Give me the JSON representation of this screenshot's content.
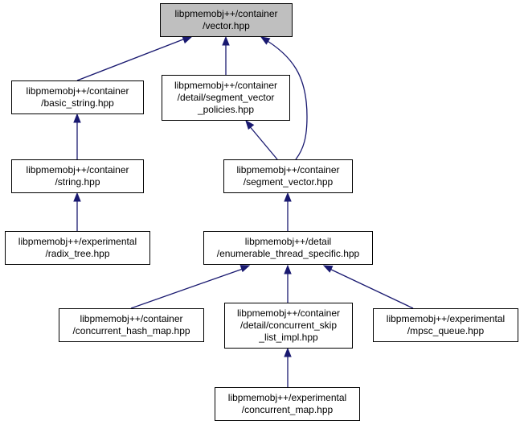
{
  "colors": {
    "edge": "#191970",
    "root_fill": "#bfbfbf",
    "node_fill": "#ffffff",
    "border": "#000000"
  },
  "nodes": {
    "vector": "libpmemobj++/container\n/vector.hpp",
    "basic_string": "libpmemobj++/container\n/basic_string.hpp",
    "segment_vector_policies": "libpmemobj++/container\n/detail/segment_vector\n_policies.hpp",
    "string": "libpmemobj++/container\n/string.hpp",
    "segment_vector": "libpmemobj++/container\n/segment_vector.hpp",
    "radix_tree": "libpmemobj++/experimental\n/radix_tree.hpp",
    "enumerable_thread_specific": "libpmemobj++/detail\n/enumerable_thread_specific.hpp",
    "concurrent_hash_map": "libpmemobj++/container\n/concurrent_hash_map.hpp",
    "concurrent_skip_list_impl": "libpmemobj++/container\n/detail/concurrent_skip\n_list_impl.hpp",
    "mpsc_queue": "libpmemobj++/experimental\n/mpsc_queue.hpp",
    "concurrent_map": "libpmemobj++/experimental\n/concurrent_map.hpp"
  }
}
